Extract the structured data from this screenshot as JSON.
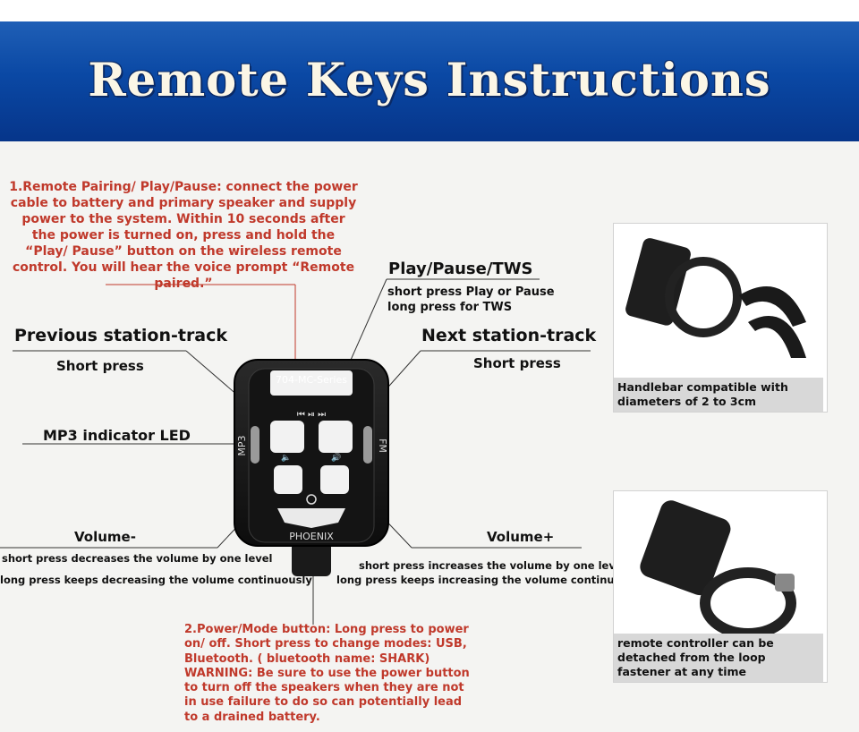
{
  "title": "Remote Keys Instructions",
  "pairing_text": "1.Remote Pairing/ Play/Pause: connect the power cable to battery and primary speaker and supply power to the system. Within 10 seconds after the power is turned on, press and hold the “Play/ Pause” button on the wireless remote control. You will hear the voice prompt “Remote paired.”",
  "play_pause": {
    "heading": "Play/Pause/TWS",
    "line1": "short press Play or Pause",
    "line2": "long press for TWS"
  },
  "previous": {
    "heading": "Previous station-track",
    "sub": "Short press"
  },
  "next": {
    "heading": "Next station-track",
    "sub": "Short press"
  },
  "mp3_led": {
    "heading": "MP3 indicator LED"
  },
  "volume_minus": {
    "heading": "Volume-",
    "line1": "short press decreases the volume by one level",
    "line2": "long press keeps decreasing the volume continuously"
  },
  "volume_plus": {
    "heading": "Volume+",
    "line1": "short press increases the volume by one level",
    "line2": "long press keeps increasing the volume continuously."
  },
  "power_text": "2.Power/Mode button: Long press to power on/ off. Short press to change modes: USB, Bluetooth. ( bluetooth name: SHARK) WARNING: Be sure to use the power button to turn off the speakers when they are not in use failure to do so can potentially lead to a drained battery.",
  "remote": {
    "model": "704-MC-Series",
    "brand": "PHOENIX",
    "left_label": "MP3",
    "right_label": "FM"
  },
  "photo1_caption": "Handlebar compatible with diameters of 2 to 3cm",
  "photo2_caption": "remote controller can be detached from the loop fastener at any time",
  "colors": {
    "banner": "#0a48a4",
    "red_text": "#c0392b",
    "title": "#fbf6e6"
  }
}
